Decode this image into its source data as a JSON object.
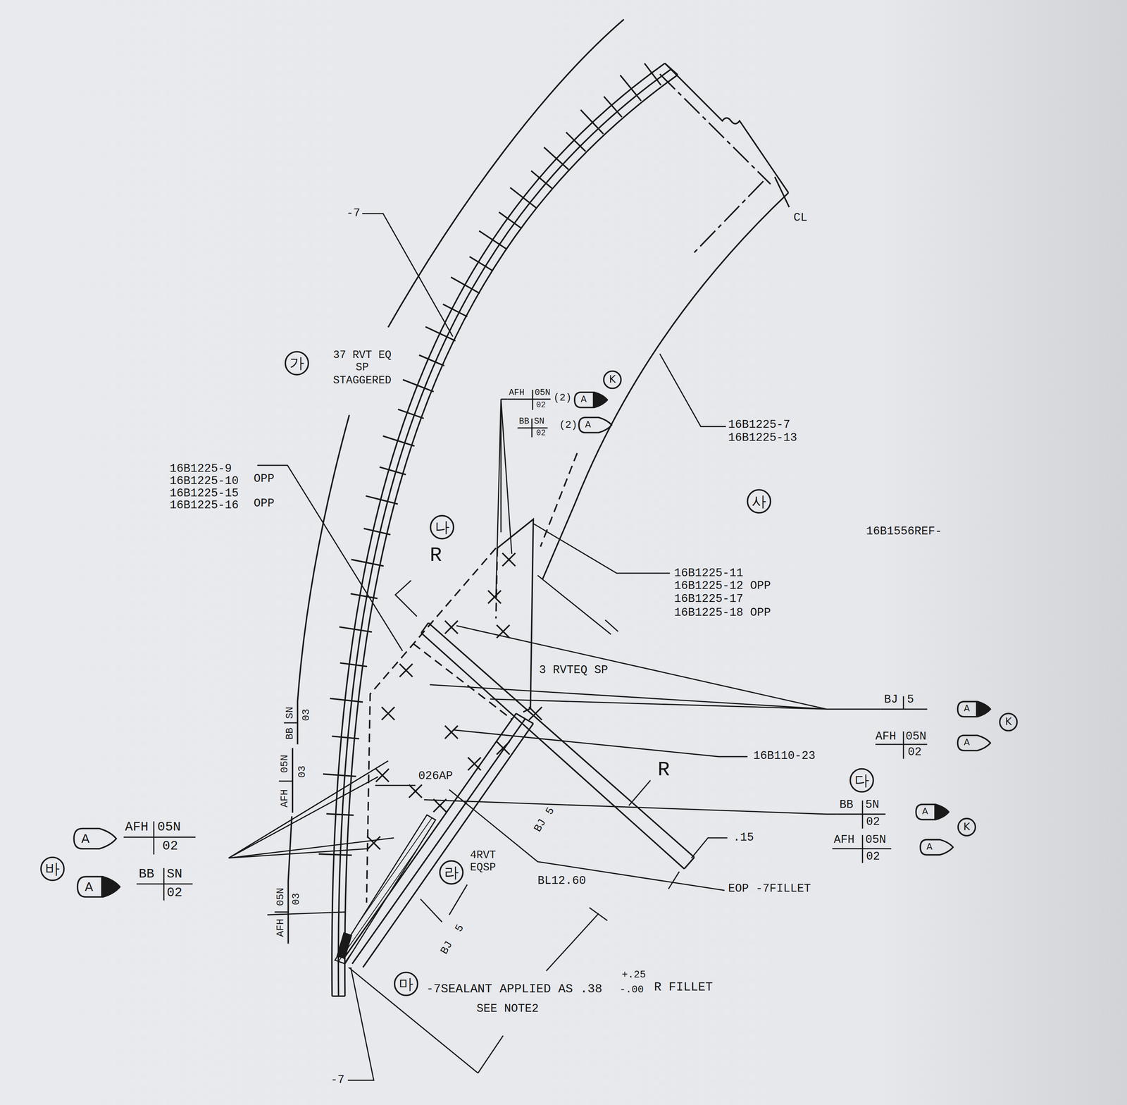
{
  "diagram": {
    "nodes": [
      {
        "text": [
          "가"
        ]
      },
      {
        "text": [
          "K"
        ]
      },
      {
        "text": [
          "A"
        ]
      },
      {
        "text": [
          "A"
        ]
      },
      {
        "text": [
          "사"
        ]
      },
      {
        "text": [
          "나"
        ]
      },
      {
        "text": [
          "A"
        ]
      },
      {
        "text": [
          "K"
        ]
      },
      {
        "text": [
          "A"
        ]
      },
      {
        "text": [
          "다"
        ]
      },
      {
        "text": [
          "A"
        ]
      },
      {
        "text": [
          "K"
        ]
      },
      {
        "text": [
          "A"
        ]
      },
      {
        "text": [
          "A"
        ]
      },
      {
        "text": [
          "바"
        ]
      },
      {
        "text": [
          "라"
        ]
      },
      {
        "text": [
          "A"
        ]
      },
      {
        "text": [
          "마"
        ]
      }
    ],
    "labels": [
      "-7",
      "37 RVT EQ SP STAGGERED",
      "AFH",
      "05N",
      "02",
      "(2)",
      "BB",
      "SN",
      "02",
      "(2)",
      "16B1225-7",
      "16B1225-13",
      "16B1225-9",
      "16B1225-10",
      "OPP",
      "16B1225-15",
      "16B1225-16",
      "OPP",
      "16B1556REF-",
      "R",
      "16B1225-11",
      "16B1225-12 OPP",
      "16B1225-17",
      "16B1225-18 OPP",
      "3 RVTEQ SP",
      "BJ",
      "5",
      "AFH",
      "05N",
      "02",
      "16B110-23",
      "R",
      "026AP",
      "BB",
      "5N",
      "02",
      "AFH",
      "05N",
      "02",
      "AFH",
      "05N",
      "02",
      ".15",
      "4RVT EQSP",
      "BB",
      "SN",
      "02",
      "BL12.60",
      "EOP -7FILLET",
      "BJ",
      "5",
      "BJ",
      "5",
      "AFH",
      "05N",
      "03",
      "BB",
      "SN",
      "03",
      "AFH",
      "05N",
      "03",
      "-7SEALANT APPLIED AS .38",
      "+.25",
      "-.00",
      "R FILLET",
      "SEE NOTE2",
      "-7",
      "CL"
    ]
  }
}
